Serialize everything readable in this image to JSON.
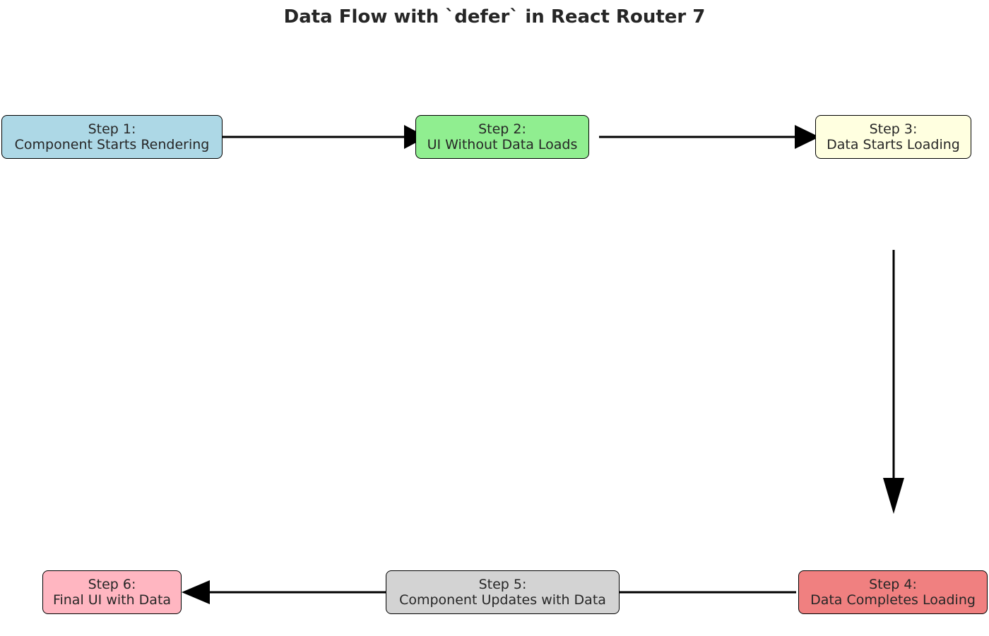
{
  "title": "Data Flow with `defer` in React Router 7",
  "nodes": [
    {
      "id": "n1",
      "step": "Step 1:",
      "label": "Component Starts Rendering",
      "color": "#add8e6"
    },
    {
      "id": "n2",
      "step": "Step 2:",
      "label": "UI Without Data Loads",
      "color": "#90ee90"
    },
    {
      "id": "n3",
      "step": "Step 3:",
      "label": "Data Starts Loading",
      "color": "#ffffe0"
    },
    {
      "id": "n4",
      "step": "Step 4:",
      "label": "Data Completes Loading",
      "color": "#f08080"
    },
    {
      "id": "n5",
      "step": "Step 5:",
      "label": "Component Updates with Data",
      "color": "#d3d3d3"
    },
    {
      "id": "n6",
      "step": "Step 6:",
      "label": "Final UI with Data",
      "color": "#ffb6c1"
    }
  ],
  "edges": [
    {
      "from": "n1",
      "to": "n2"
    },
    {
      "from": "n2",
      "to": "n3"
    },
    {
      "from": "n3",
      "to": "n4"
    },
    {
      "from": "n4",
      "to": "n5"
    },
    {
      "from": "n5",
      "to": "n6"
    }
  ]
}
